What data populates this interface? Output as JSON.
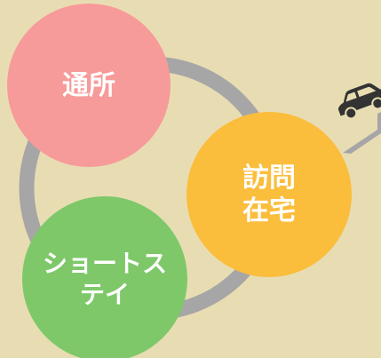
{
  "services": [
    {
      "id": "tsusho",
      "label": "通所",
      "color": "#f79a9a"
    },
    {
      "id": "houmon",
      "label": "訪問\n在宅",
      "color": "#fbbd3c"
    },
    {
      "id": "short",
      "label": "ショートス\nテイ",
      "color": "#7ec86a"
    }
  ],
  "colors": {
    "background": "#e8ddb2",
    "ring": "#a6a6a6",
    "car": "#333333"
  },
  "icons": [
    "car-icon",
    "arrow-icon"
  ]
}
